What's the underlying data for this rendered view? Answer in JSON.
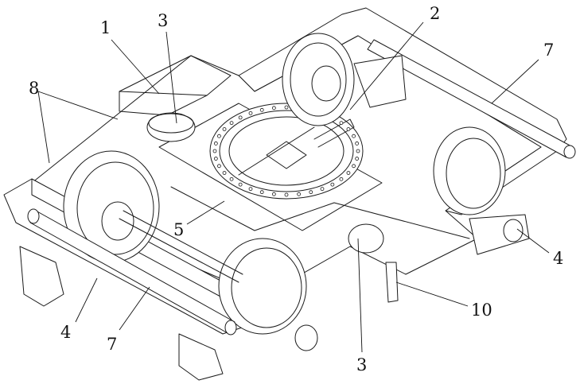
{
  "figure": {
    "subject": "rail vehicle bogie, isometric line drawing",
    "background": "#ffffff",
    "line_color": "#1a1a1a"
  },
  "callouts": [
    {
      "id": "label-1",
      "text": "1"
    },
    {
      "id": "label-2",
      "text": "2"
    },
    {
      "id": "label-3-top",
      "text": "3"
    },
    {
      "id": "label-3-bottom",
      "text": "3"
    },
    {
      "id": "label-4-left",
      "text": "4"
    },
    {
      "id": "label-4-right",
      "text": "4"
    },
    {
      "id": "label-5",
      "text": "5"
    },
    {
      "id": "label-7-left",
      "text": "7"
    },
    {
      "id": "label-7-right",
      "text": "7"
    },
    {
      "id": "label-8",
      "text": "8"
    },
    {
      "id": "label-10",
      "text": "10"
    }
  ]
}
